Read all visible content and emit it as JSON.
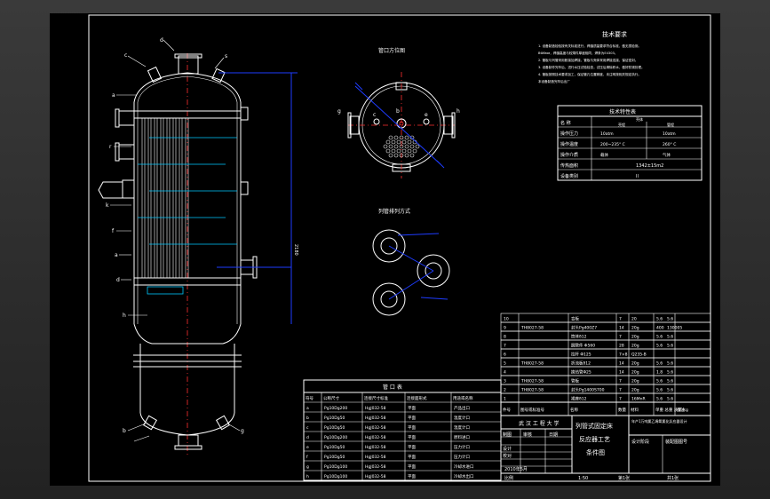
{
  "colors": {
    "background": "#000000",
    "lines": "#ffffff",
    "dimension": "#1e3cff",
    "centerline": "#ff3030",
    "hatch": "#00c8ff",
    "viewport_frame": "#2b2b2b"
  },
  "views": {
    "nozzle_orientation_title": "管口方位图",
    "tube_arrangement_title": "列管排列方式"
  },
  "nozzle_view_labels": [
    "g",
    "c",
    "b",
    "e",
    "h"
  ],
  "side_labels": [
    "c",
    "d",
    "s",
    "a",
    "r",
    "k",
    "f",
    "a",
    "d",
    "h",
    "b",
    "g"
  ],
  "tech_requirements": {
    "title": "技术要求",
    "lines": [
      "1. 设备制造检验按有关标准进行，焊缝质量要求符合标准，做无损检测。",
      "ВФ8мм，焊缝高度与较薄件厚度相同，焊条为E4303。",
      "2. 管板与列管采用胀接加焊接，管板与壳体采用焊接连接，保证密封。",
      "3. 设备制作完毕后，进行水压试验检查，试压后清除积水，做好防锈处理。",
      "4. 管板按照技术要求加工，保证管孔位置精度，未注明按相关规定执行。",
      "本设备制造完毕后出厂"
    ]
  },
  "tech_characteristics": {
    "title": "技术特性表",
    "rows": [
      {
        "label": "名 称",
        "shell": "壳程",
        "tube": "管程",
        "merged": "壳体"
      },
      {
        "label": "操作压力",
        "shell": "10atm",
        "tube": "10atm"
      },
      {
        "label": "操作温度",
        "shell": "200~235° C",
        "tube": "260° C"
      },
      {
        "label": "操作介质",
        "shell": "载体",
        "tube": "气体"
      },
      {
        "label": "传热面积",
        "merged": "1342±15m2"
      },
      {
        "label": "设备类别",
        "merged": "II"
      }
    ]
  },
  "nozzle_table": {
    "title": "管 口 表",
    "headers": [
      "符号",
      "公称尺寸",
      "连接尺寸标准",
      "连接面形式",
      "用途或名称"
    ],
    "rows": [
      [
        "a",
        "Pg10Dg200",
        "HgJ032-58",
        "平面",
        "产品出口"
      ],
      [
        "b",
        "Pg10Dg50",
        "HgJ032-58",
        "平面",
        "温度计口"
      ],
      [
        "c",
        "Pg10Dg50",
        "HgJ032-58",
        "平面",
        "温度计口"
      ],
      [
        "d",
        "Pg10Dg200",
        "HgJ032-58",
        "平面",
        "原料进口"
      ],
      [
        "e",
        "Pg10Dg50",
        "HgJ032-58",
        "平面",
        "压力计口"
      ],
      [
        "f",
        "Pg10Dg50",
        "HgJ032-58",
        "平面",
        "压力计口"
      ],
      [
        "g",
        "Pg10Dg100",
        "HgJ032-58",
        "平面",
        "冷却水进口"
      ],
      [
        "h",
        "Pg10Dg100",
        "HgJ032-58",
        "平面",
        "冷却水出口"
      ]
    ]
  },
  "bom": {
    "rows": [
      [
        "10",
        "",
        "盲板",
        "7",
        "20",
        "5.6",
        "5.6"
      ],
      [
        "9",
        "TH8027-58",
        "封头Pg400Z7",
        "14",
        "20g",
        "400",
        "130005"
      ],
      [
        "8",
        "",
        "筒体δ12",
        "7",
        "20g",
        "5.6",
        "5.6"
      ],
      [
        "7",
        "",
        "圆管件 Φ560",
        "28",
        "20g",
        "5.6",
        "5.6"
      ],
      [
        "6",
        "",
        "拉杆 Φ125",
        "7×8",
        "Q235-B",
        "",
        ""
      ],
      [
        "5",
        "TH8027-58",
        "折流板δ12",
        "14",
        "20g",
        "5.6",
        "5.6"
      ],
      [
        "4",
        "",
        "换热管Φ25",
        "14",
        "20g",
        "1.8",
        "5.6"
      ],
      [
        "3",
        "TH8027-58",
        "管板",
        "7",
        "20g",
        "5.6",
        "5.6"
      ],
      [
        "2",
        "TH8027-58",
        "封头Pg1400S700",
        "7",
        "20g",
        "5.6",
        "5.6"
      ],
      [
        "1",
        "",
        "裙座δ12",
        "7",
        "16MnR",
        "5.6",
        "5.6"
      ]
    ],
    "header": [
      "件号",
      "图号或标准号",
      "名称",
      "数量",
      "材料",
      "单重 总重 质量/kg",
      "备注"
    ]
  },
  "title_block": {
    "school": "武 汉 工 程 大 学",
    "drawing_name_line1": "列管式固定床",
    "drawing_name_line2": "反应器工艺",
    "drawing_name_line3": "条件图",
    "project": "年产1万吨氯乙烯氧氯化反应器设计",
    "stage": "设计阶段",
    "sheet_label": "装配图图号",
    "roles": [
      "制图",
      "审核",
      "日期"
    ],
    "roles2": [
      "设计",
      "校对"
    ],
    "date": "2010年5月",
    "scale_label": "比例",
    "scale": "1:50",
    "sheet_no": "第1张",
    "total": "共1张"
  }
}
